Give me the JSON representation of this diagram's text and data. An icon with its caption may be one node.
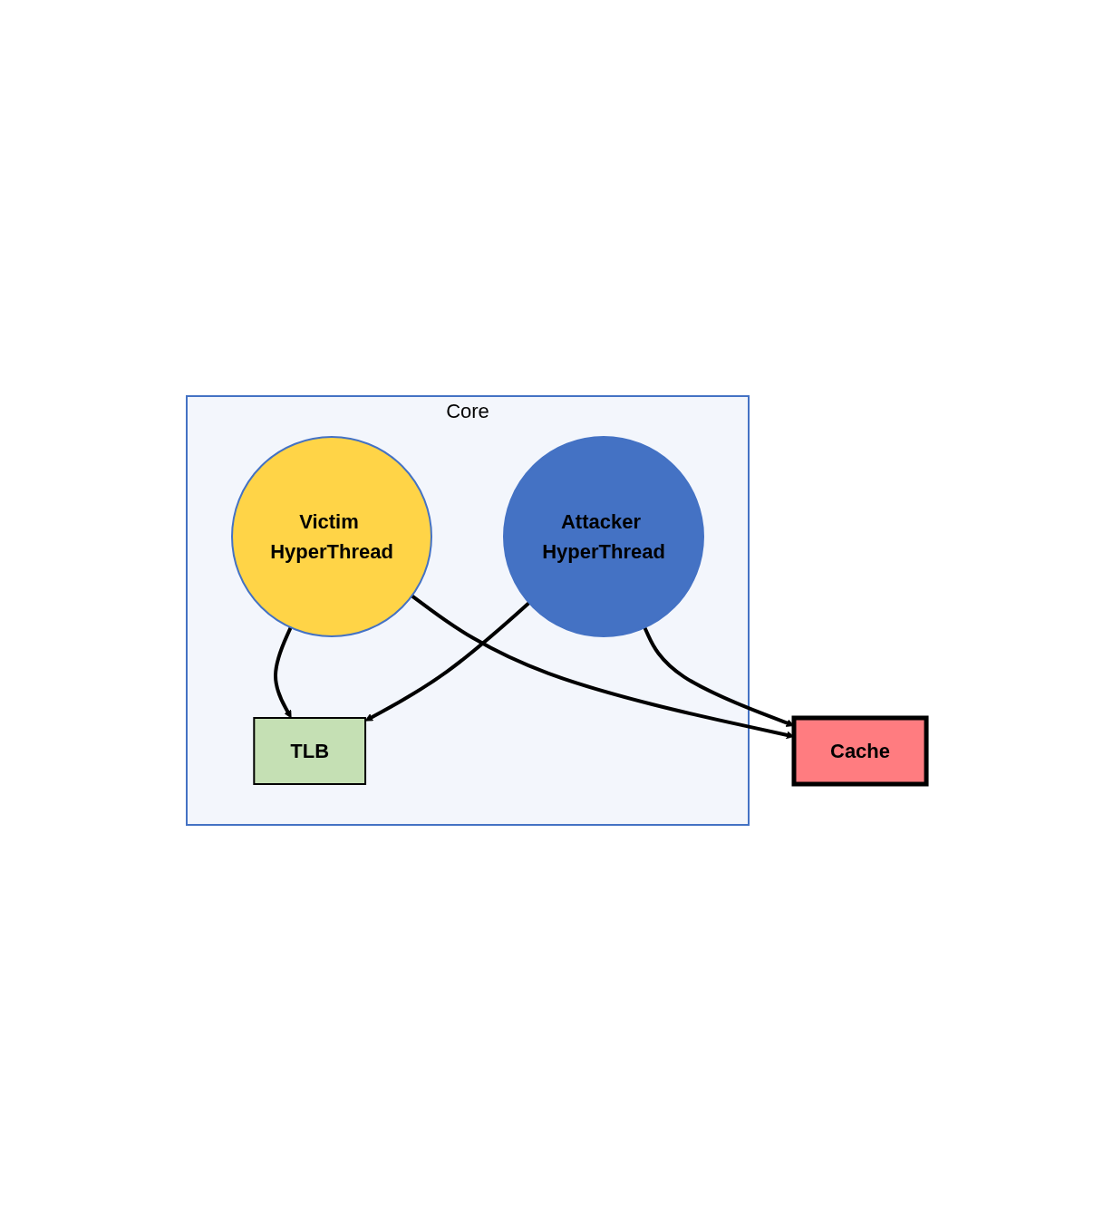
{
  "diagram": {
    "nodes": [
      {
        "text": [
          "Core"
        ]
      },
      {
        "text": [
          "Victim HyperThread"
        ],
        "in": 0
      },
      {
        "text": [
          "Attacker HyperThread"
        ],
        "in": 0
      },
      {
        "text": [
          "TLB"
        ],
        "in": 0
      },
      {
        "text": [
          "Cache"
        ]
      }
    ],
    "edges": [
      {
        "from": 1,
        "to": 3,
        "arrow": "to"
      },
      {
        "from": 2,
        "to": 3,
        "arrow": "to"
      },
      {
        "from": 1,
        "to": 4,
        "arrow": "to"
      },
      {
        "from": 2,
        "to": 4,
        "arrow": "to"
      }
    ]
  }
}
